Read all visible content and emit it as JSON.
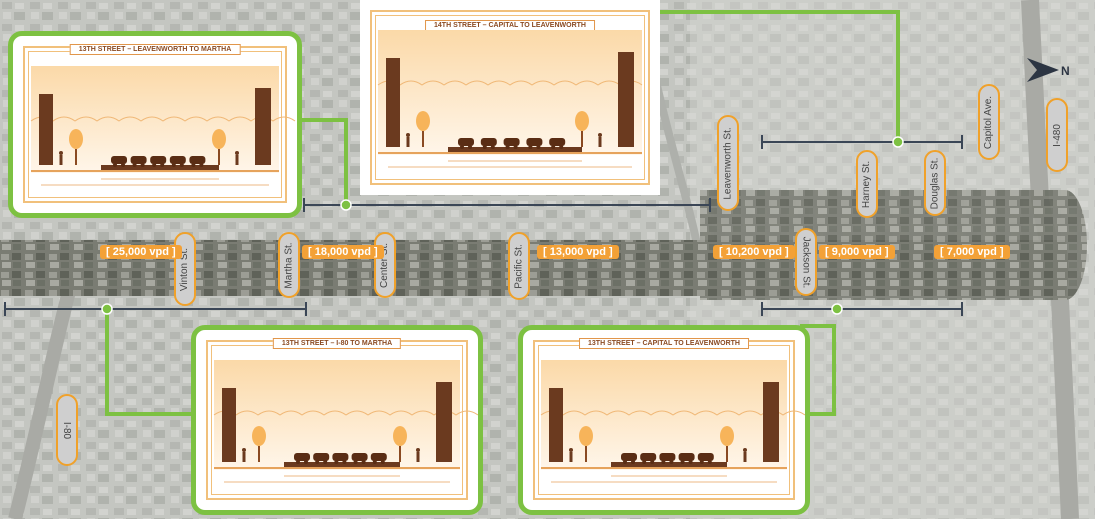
{
  "panels": {
    "tl": {
      "title": "13TH STREET – LEAVENWORTH TO MARTHA"
    },
    "tc": {
      "title": "14TH STREET – CAPITAL TO LEAVENWORTH"
    },
    "bl": {
      "title": "13TH STREET – I-80 TO MARTHA"
    },
    "br": {
      "title": "13TH STREET – CAPITAL TO LEAVENWORTH"
    }
  },
  "traffic": {
    "vinton": "[ 25,000 vpd ]",
    "martha": "[ 18,000 vpd ]",
    "pacific": "[ 13,000 vpd ]",
    "leavenworth": "[ 10,200 vpd ]",
    "jackson": "[ 9,000 vpd ]",
    "douglas": "[ 7,000 vpd ]"
  },
  "streets": {
    "vinton": "Vinton St.",
    "martha": "Martha St.",
    "center": "Center St.",
    "pacific": "Pacific St.",
    "leavenworth": "Leavenworth St.",
    "jackson": "Jackson St.",
    "harney": "Harney St.",
    "douglas": "Douglas St.",
    "capitol": "Capitol Ave.",
    "i480": "I-480",
    "i80": "I-80"
  },
  "north_label": "N",
  "colors": {
    "accent": "#7dc142",
    "traffic": "#f3a137",
    "segment_line": "#3a4656",
    "label_border": "#f0a12a"
  }
}
